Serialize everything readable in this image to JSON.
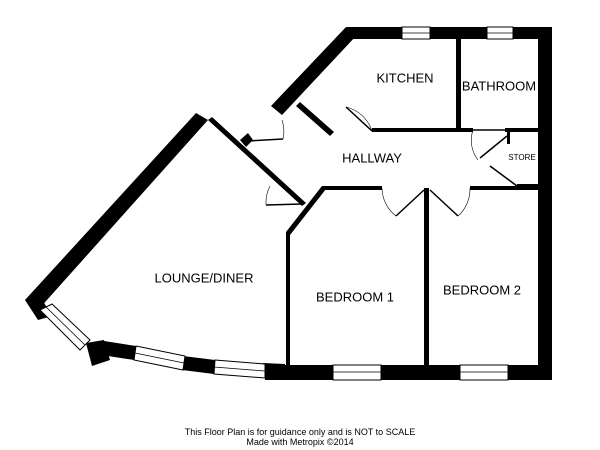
{
  "rooms": {
    "kitchen": "KITCHEN",
    "bathroom": "BATHROOM",
    "hallway": "HALLWAY",
    "store": "STORE",
    "lounge": "LOUNGE/DINER",
    "bedroom1": "BEDROOM 1",
    "bedroom2": "BEDROOM 2"
  },
  "footer": {
    "line1": "This Floor Plan is for guidance only and is NOT to SCALE",
    "line2": "Made with Metropix ©2014"
  },
  "colors": {
    "wall": "#000000",
    "background": "#ffffff"
  }
}
